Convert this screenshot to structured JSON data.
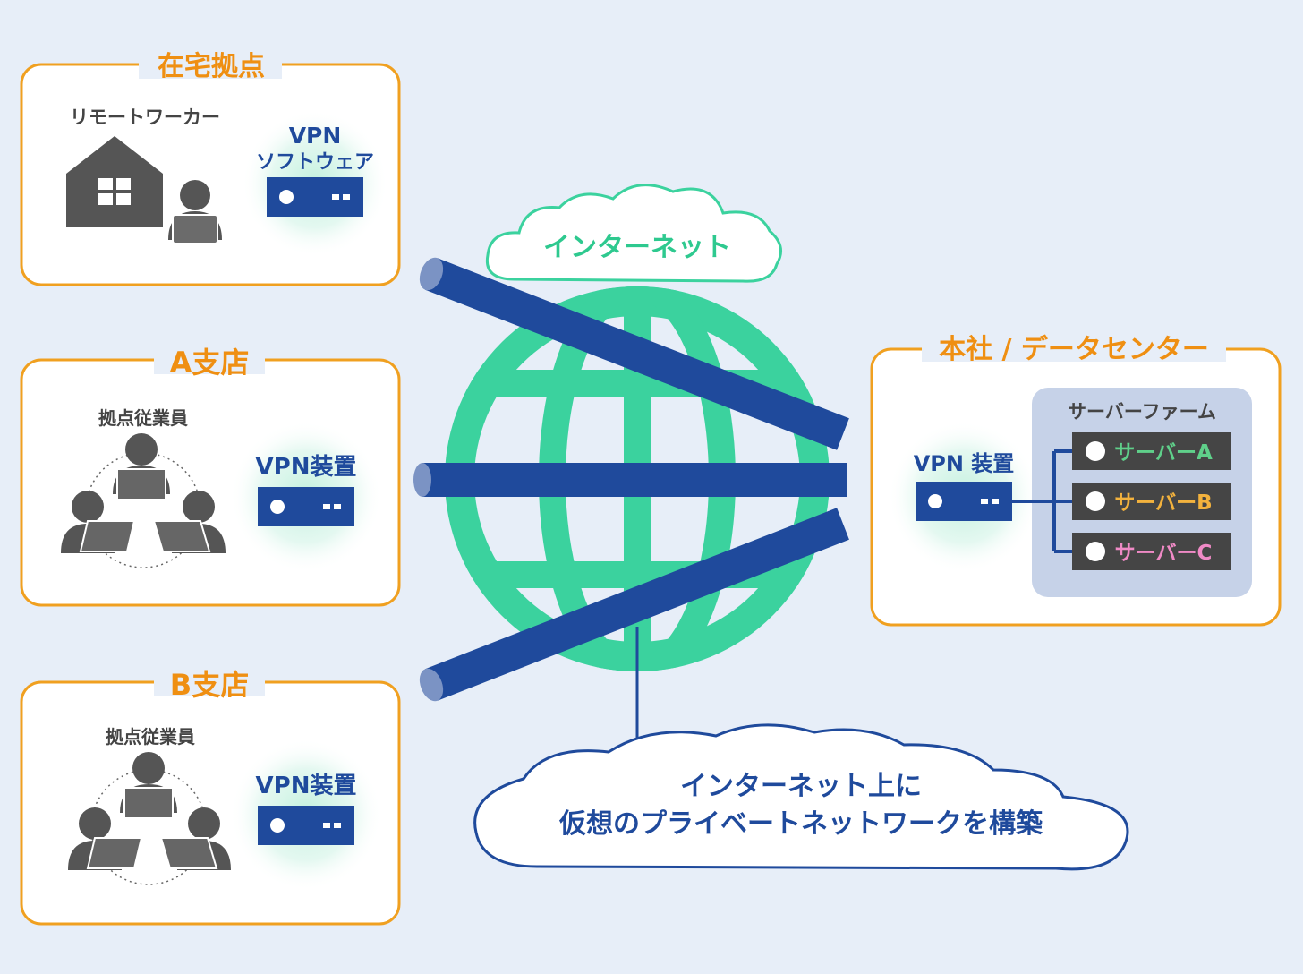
{
  "colors": {
    "background": "#e7eef8",
    "box_border": "#f0a020",
    "box_title": "#ef8f12",
    "vpn_navy": "#1f4a9c",
    "internet_green": "#3bd29e",
    "gray_icon": "#555555",
    "server_dark": "#454545",
    "server_farm_bg": "#c6d2e8",
    "server_a": "#5fd08a",
    "server_b": "#f3b23d",
    "server_c": "#f08ac6",
    "glow": "#c5f0e0"
  },
  "home": {
    "title": "在宅拠点",
    "worker_label": "リモートワーカー",
    "vpn_line1": "VPN",
    "vpn_line2": "ソフトウェア",
    "icons": [
      "house-icon",
      "person-laptop-icon",
      "vpn-device-icon"
    ]
  },
  "branch_a": {
    "title": "A支店",
    "staff_label": "拠点従業員",
    "vpn_label": "VPN装置",
    "icons": [
      "team-icon",
      "vpn-device-icon"
    ]
  },
  "branch_b": {
    "title": "B支店",
    "staff_label": "拠点従業員",
    "vpn_label": "VPN装置",
    "icons": [
      "team-icon",
      "vpn-device-icon"
    ]
  },
  "internet": {
    "label": "インターネット",
    "icons": [
      "globe-icon",
      "cloud-icon"
    ]
  },
  "hq": {
    "title": "本社 / データセンター",
    "vpn_label": "VPN 装置",
    "server_farm_label": "サーバーファーム",
    "servers": [
      "サーバーA",
      "サーバーB",
      "サーバーC"
    ]
  },
  "caption": {
    "line1": "インターネット上に",
    "line2": "仮想のプライベートネットワークを構築"
  }
}
